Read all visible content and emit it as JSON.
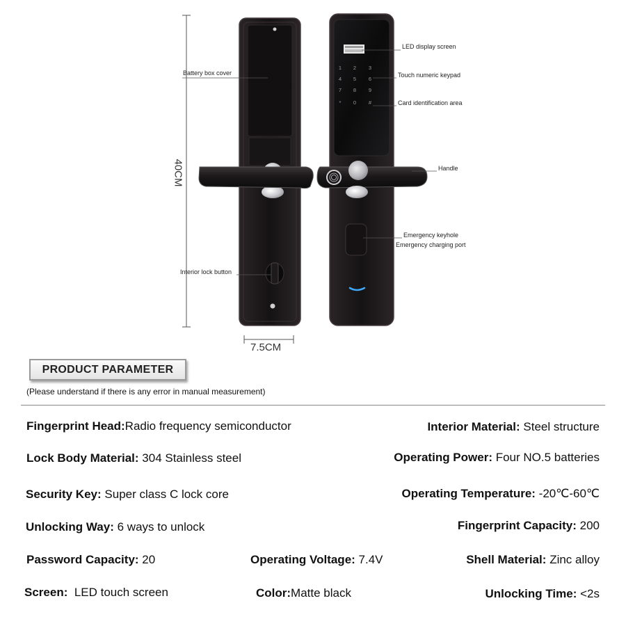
{
  "callouts": {
    "battery_box_cover": "Battery box cover",
    "led_display_screen": "LED display screen",
    "touch_numeric_keypad": "Touch numeric keypad",
    "card_identification_area": "Card identification area",
    "handle": "Handle",
    "emergency_keyhole": "Emergency keyhole",
    "emergency_charging_port": "Emergency charging port",
    "interior_lock_button": "Interior lock button"
  },
  "dimensions": {
    "height": "40CM",
    "width": "7.5CM"
  },
  "keypad": [
    "1",
    "2",
    "3",
    "4",
    "5",
    "6",
    "7",
    "8",
    "9",
    "*",
    "0",
    "#"
  ],
  "section": {
    "title": "PRODUCT PARAMETER",
    "disclaimer": "(Please understand if there is any error in manual measurement)"
  },
  "specs": {
    "fingerprint_head": {
      "key": "Fingerprint Head:",
      "value": "Radio frequency semiconductor"
    },
    "interior_material": {
      "key": "Interior Material:",
      "value": "Steel structure"
    },
    "lock_body_material": {
      "key": "Lock Body Material:",
      "value": "304 Stainless steel"
    },
    "operating_power": {
      "key": "Operating Power:",
      "value": "Four NO.5 batteries"
    },
    "security_key": {
      "key": "Security Key:",
      "value": "Super class C lock core"
    },
    "operating_temperature": {
      "key": "Operating Temperature:",
      "value": "-20℃-60℃"
    },
    "unlocking_way": {
      "key": "Unlocking Way:",
      "value": "6 ways to unlock"
    },
    "fingerprint_capacity": {
      "key": "Fingerprint Capacity:",
      "value": "200"
    },
    "password_capacity": {
      "key": "Password Capacity:",
      "value": "20"
    },
    "operating_voltage": {
      "key": "Operating Voltage:",
      "value": "7.4V"
    },
    "shell_material": {
      "key": "Shell Material:",
      "value": "Zinc alloy"
    },
    "screen": {
      "key": "Screen:",
      "value": "LED touch screen"
    },
    "color": {
      "key": "Color:",
      "value": "Matte black"
    },
    "unlocking_time": {
      "key": "Unlocking Time:",
      "value": "<2s"
    }
  },
  "colors": {
    "lock_body": "#1c1a1b",
    "lock_edge": "#3a3033",
    "chrome": "#cfcfd4",
    "led_blue": "#3fa9ff"
  }
}
